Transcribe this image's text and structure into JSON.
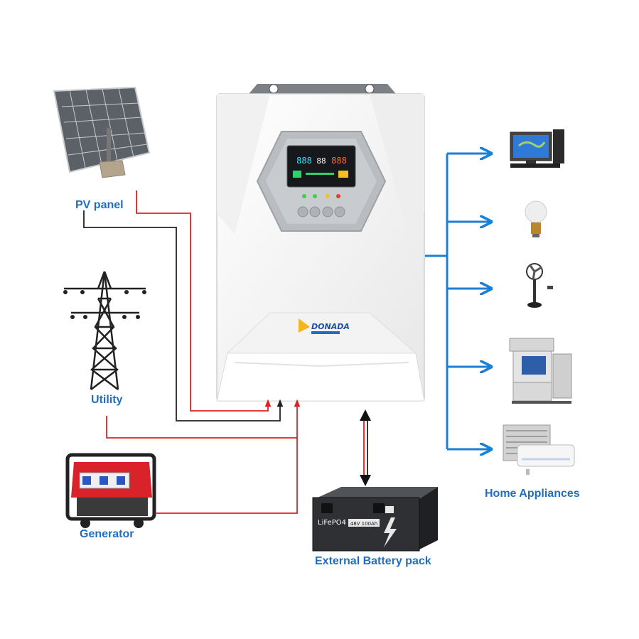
{
  "labels": {
    "pv_panel": "PV panel",
    "utility": "Utility",
    "generator": "Generator",
    "battery": "External Battery pack",
    "home": "Home Appliances"
  },
  "inverter": {
    "brand": "DONADA",
    "display_left": "888",
    "display_mid": "88",
    "display_right": "888"
  },
  "battery_panel": {
    "chemistry": "LiFePO4",
    "rating": "48V 100Ah"
  },
  "colors": {
    "label_blue": "#1f6fc1",
    "arrow_blue": "#1b7fd6",
    "wire_red": "#e02020",
    "wire_black": "#222222"
  },
  "icons": [
    "solar-panel-icon",
    "transmission-tower-icon",
    "generator-icon",
    "battery-pack-icon",
    "inverter-icon",
    "computer-icon",
    "light-bulb-icon",
    "fan-icon",
    "copier-icon",
    "air-conditioner-icon"
  ]
}
